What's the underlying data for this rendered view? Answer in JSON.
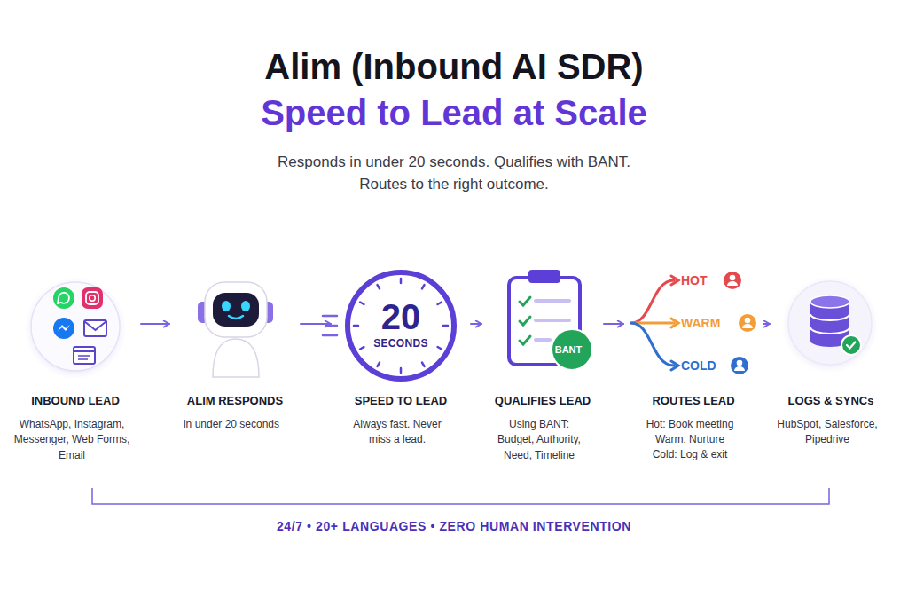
{
  "diagram": {
    "title": "Alim (Inbound AI SDR)",
    "caption": "24/7 • 20+ LANGUAGES • ZERO HUMAN INTERVENTION",
    "nodes": [
      {
        "text": [
          "INBOUND LEAD",
          "WhatsApp, Instagram, Messenger, Web Forms, Email"
        ]
      },
      {
        "text": [
          "ALIM RESPONDS",
          "in under 20 seconds"
        ]
      },
      {
        "text": [
          "20",
          "SECONDS",
          "SPEED TO LEAD",
          "Always fast. Never miss a lead."
        ]
      },
      {
        "text": [
          "BANT",
          "QUALIFIES LEAD",
          "Using BANT: Budget, Authority, Need, Timeline"
        ]
      },
      {
        "text": [
          "HOT",
          "WARM",
          "COLD",
          "ROUTES LEAD",
          "Hot: Book meeting",
          "Warm: Nurture",
          "Cold: Log & exit"
        ]
      },
      {
        "text": [
          "LOGS & SYNCs",
          "HubSpot, Salesforce, Pipedrive"
        ]
      }
    ],
    "edges": [
      {
        "from": 0,
        "to": 1,
        "arrow": "to"
      },
      {
        "from": 1,
        "to": 2,
        "arrow": "to"
      },
      {
        "from": 2,
        "to": 3,
        "arrow": "to"
      },
      {
        "from": 3,
        "to": 4,
        "arrow": "to"
      },
      {
        "from": 4,
        "to": 5,
        "arrow": "to"
      }
    ],
    "labels": [
      "Speed to Lead at Scale",
      "Responds in under 20 seconds. Qualifies with BANT. Routes to the right outcome."
    ]
  }
}
